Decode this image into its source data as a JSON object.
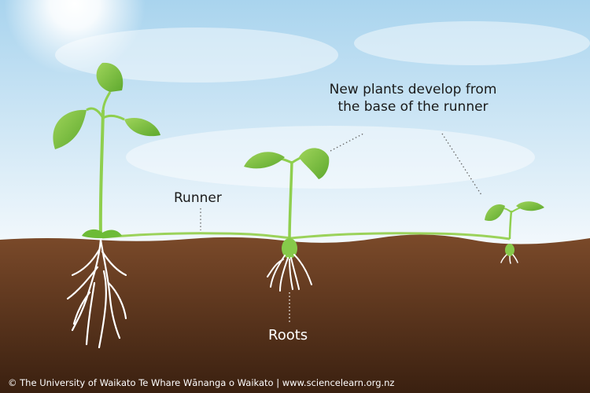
{
  "labels": {
    "runner": "Runner",
    "new_plants": "New plants develop from the base of the runner",
    "roots": "Roots"
  },
  "credit": "© The University of Waikato Te Whare Wānanga o Waikato | www.sciencelearn.org.nz",
  "colors": {
    "sky_top": "#a9d4ee",
    "sky_bottom": "#f2f8fc",
    "soil_top": "#7b4a2a",
    "soil_bottom": "#3a2010",
    "leaf": "#7cc242",
    "stem": "#9bd25a",
    "root": "#ffffff"
  }
}
